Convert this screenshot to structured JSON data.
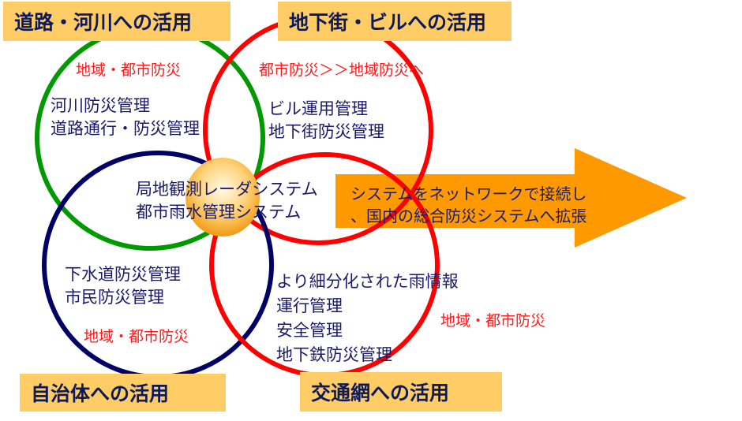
{
  "colors": {
    "green": "#009900",
    "red": "#ff0000",
    "navy": "#000066",
    "label_box": "#ffcc66",
    "arrow": "#ff9900",
    "orb": "#f5a623"
  },
  "labels": {
    "roads_rivers": "道路・河川への活用",
    "underground_buildings": "地下街・ビルへの活用",
    "municipality": "自治体への活用",
    "transport": "交通網への活用"
  },
  "roads_rivers": {
    "scope": "地域・都市防災",
    "items": [
      "河川防災管理",
      "道路通行・防災管理"
    ]
  },
  "underground_buildings": {
    "scope": "都市防災＞＞地域防災へ",
    "items": [
      "ビル運用管理",
      "地下街防災管理"
    ]
  },
  "municipality": {
    "scope": "地域・都市防災",
    "items": [
      "下水道防災管理",
      "市民防災管理"
    ]
  },
  "transport": {
    "scope": "地域・都市防災",
    "items": [
      "より細分化された雨情報",
      "運行管理",
      "安全管理",
      "地下鉄防災管理"
    ]
  },
  "center": {
    "lines": [
      "局地観測レーダシステム",
      "都市雨水管理システム"
    ]
  },
  "arrow": {
    "lines": [
      "システムをネットワークで接続し",
      "、国内の総合防災システムへ拡張"
    ]
  }
}
